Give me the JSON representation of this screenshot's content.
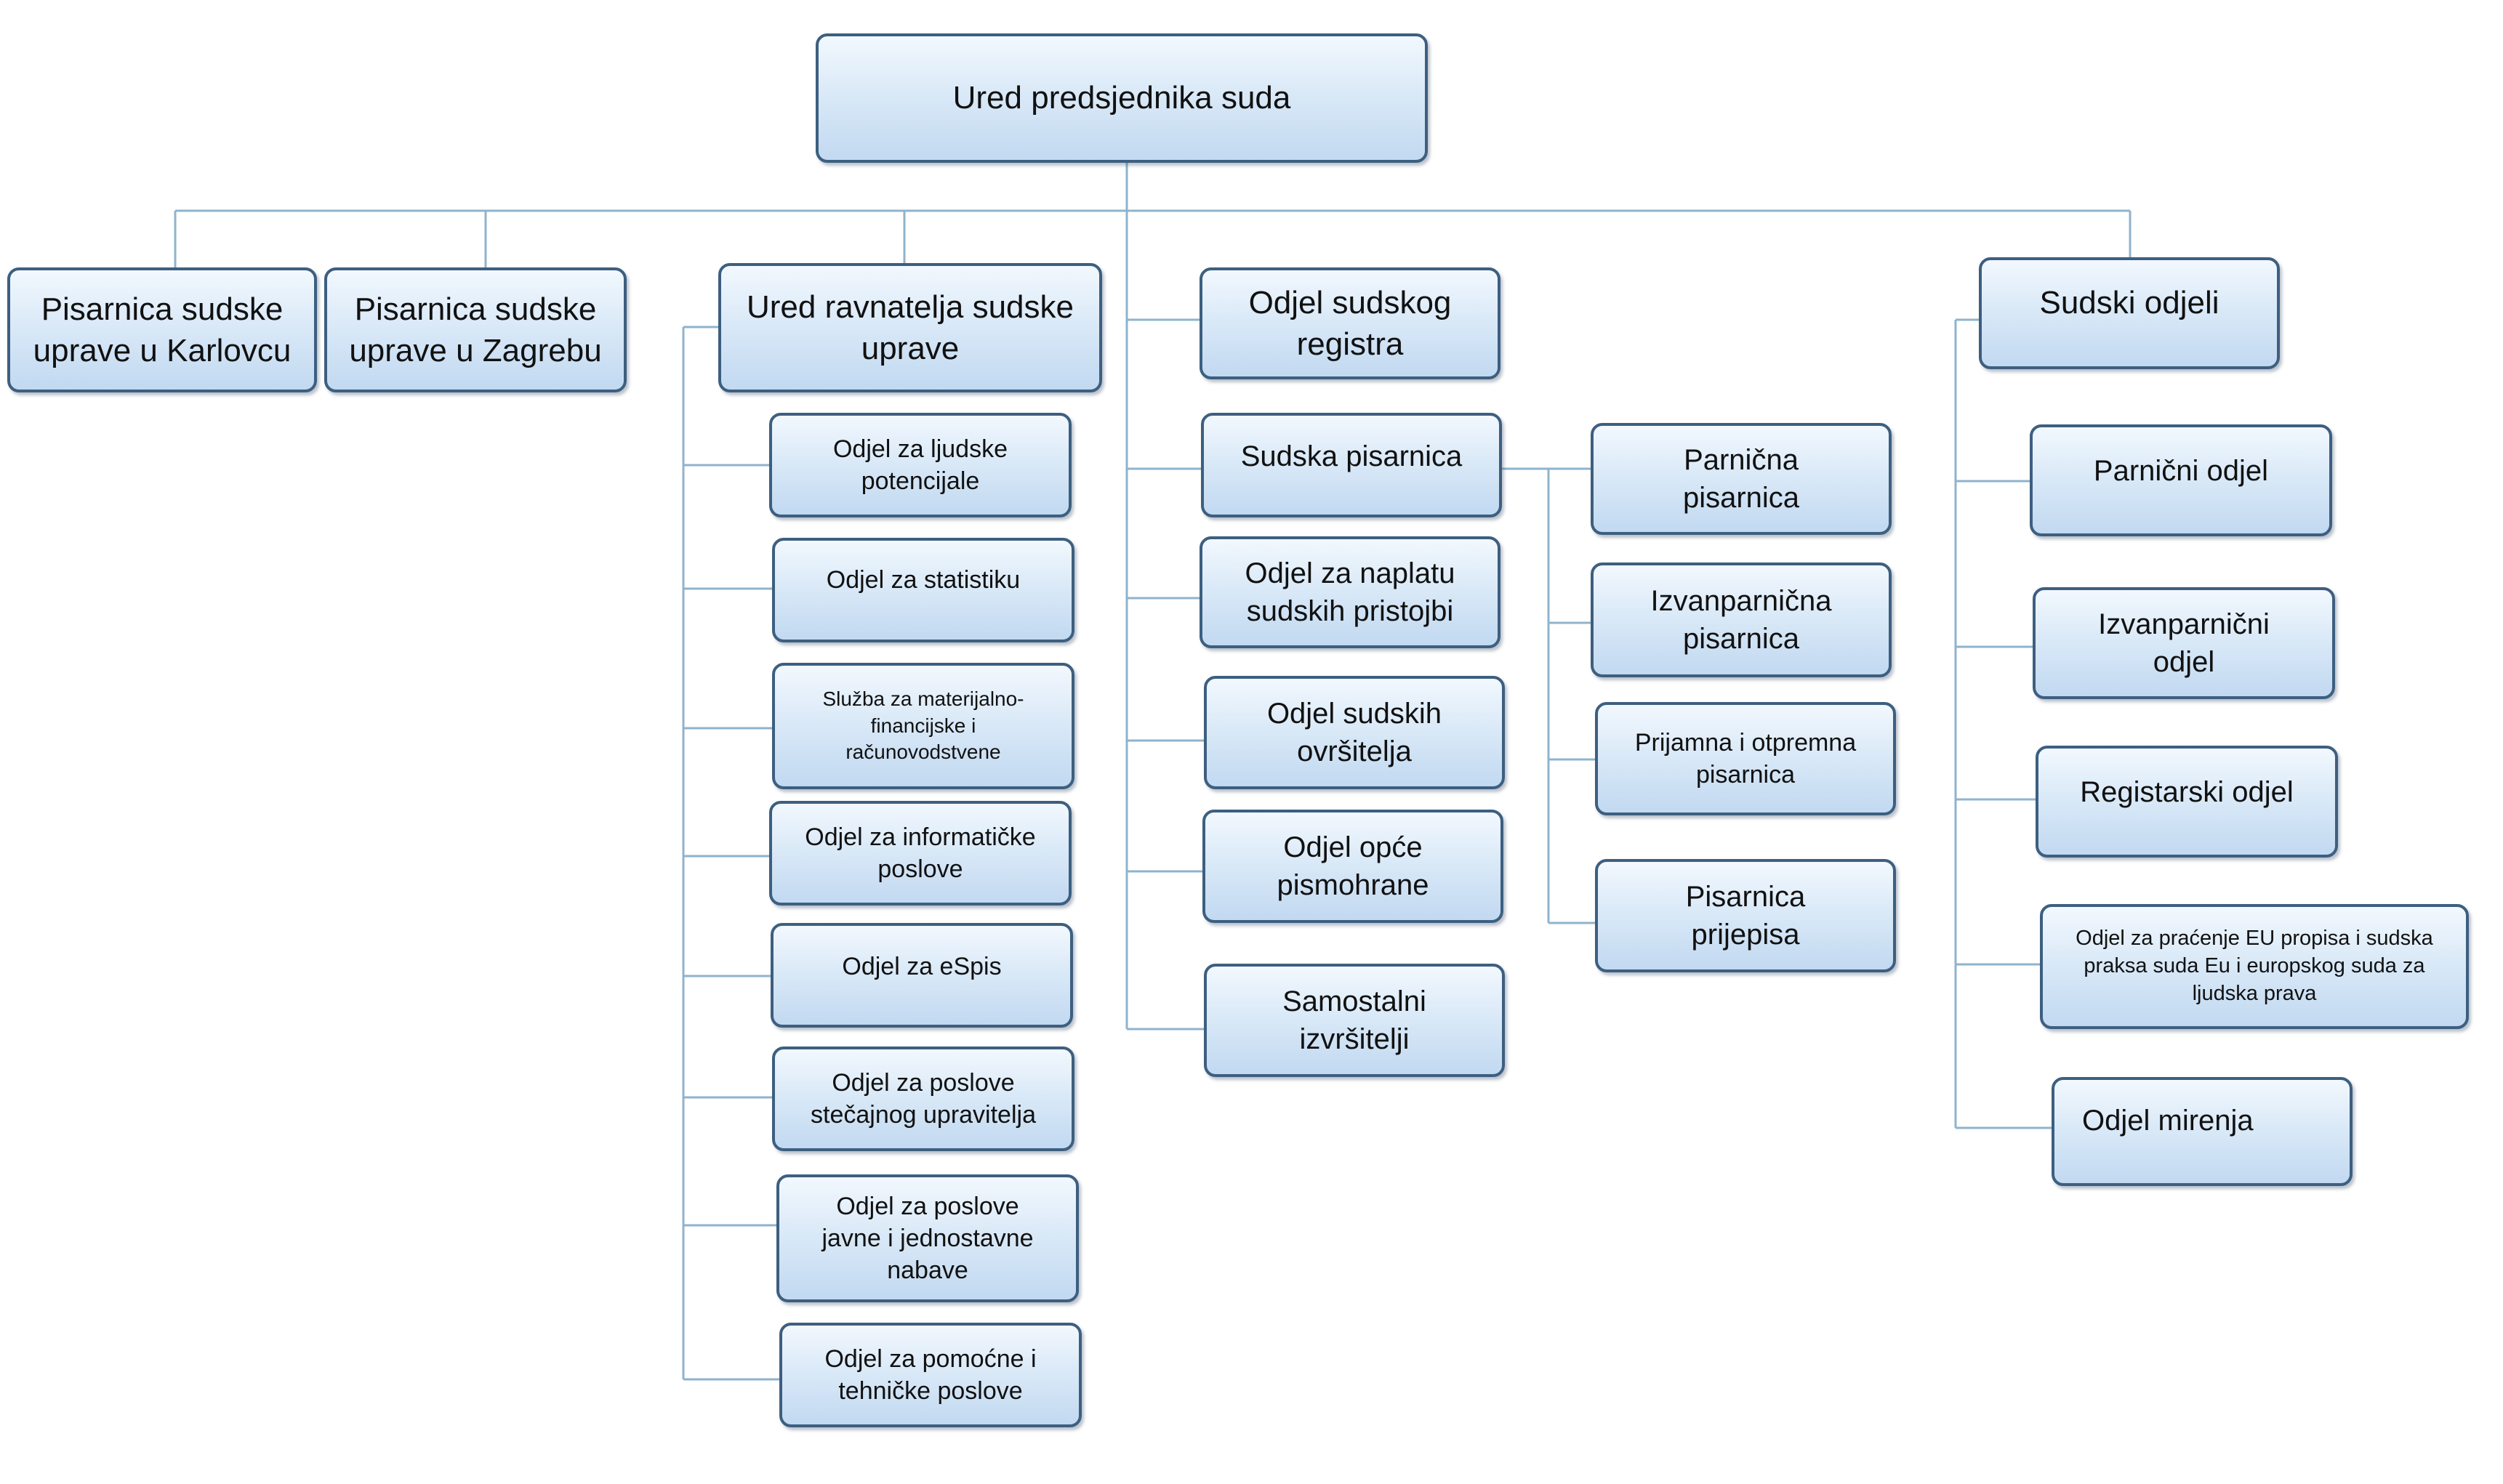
{
  "top": "Ured predsjednika suda",
  "level1": {
    "karlovac": "Pisarnica sudske uprave u Karlovcu",
    "zagreb": "Pisarnica sudske uprave u Zagrebu",
    "ravnatelj": "Ured ravnatelja sudske uprave",
    "registar": "Odjel sudskog registra",
    "sudski_odjeli": "Sudski odjeli"
  },
  "ravnatelj_children": [
    "Odjel za ljudske potencijale",
    "Odjel za statistiku",
    "Služba za materijalno-financijske i računovodstvene",
    "Odjel za informatičke poslove",
    "Odjel za eSpis",
    "Odjel za poslove stečajnog upravitelja",
    "Odjel za poslove javne i jednostavne nabave",
    "Odjel za pomoćne i tehničke poslove"
  ],
  "middle_column": [
    "Sudska pisarnica",
    "Odjel za naplatu sudskih pristojbi",
    "Odjel sudskih ovršitelja",
    "Odjel opće pismohrane",
    "Samostalni izvršitelji"
  ],
  "pisarnica_children": [
    "Parnična pisarnica",
    "Izvanparnična pisarnica",
    "Prijamna i otpremna pisarnica",
    "Pisarnica prijepisa"
  ],
  "sudski_odjeli_children": [
    "Parnični odjel",
    "Izvanparnični odjel",
    "Registarski odjel",
    "Odjel za praćenje EU  propisa i sudska praksa suda Eu i europskog suda za ljudska prava",
    "Odjel mirenja"
  ],
  "colors": {
    "box_border": "#3d5f80",
    "box_fill_top": "#f2f8fe",
    "box_fill_bottom": "#c2d9f1",
    "connector": "#8fb3cc"
  }
}
